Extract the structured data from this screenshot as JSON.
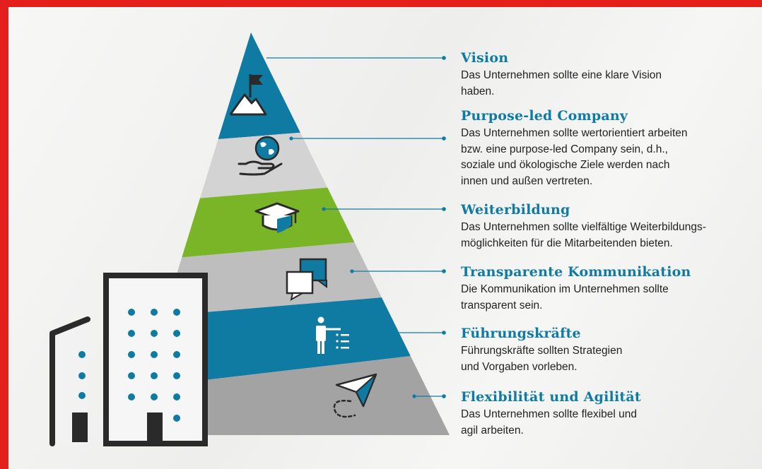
{
  "colors": {
    "frame": "#e3201b",
    "blue": "#0f7ba3",
    "green": "#7ab527",
    "gray_light": "#d4d4d4",
    "gray_mid": "#bdbdbd",
    "gray_dark": "#9d9d9d",
    "icon_dark": "#2a2a2a"
  },
  "levels": [
    {
      "title": "Vision",
      "icon": "flag-mountain-icon",
      "description": "Das Unternehmen sollte eine klare Vision haben."
    },
    {
      "title": "Purpose-led Company",
      "icon": "globe-hand-icon",
      "description": "Das Unternehmen sollte wertorientiert arbeiten bzw. eine purpose-led Company sein, d.h., soziale und ökologische Ziele werden nach innen und außen vertreten."
    },
    {
      "title": "Weiterbildung",
      "icon": "graduation-cap-icon",
      "description": "Das Unternehmen sollte vielfältige Weiterbildungs-möglichkeiten für die Mitarbeitenden bieten."
    },
    {
      "title": "Transparente Kommunikation",
      "icon": "speech-bubbles-icon",
      "description": "Die Kommunikation im Unternehmen sollte transparent sein."
    },
    {
      "title": "Führungskräfte",
      "icon": "presenter-icon",
      "description": "Führungskräfte sollten Strategien und Vorgaben vorleben."
    },
    {
      "title": "Flexibilität und Agilität",
      "icon": "paper-plane-icon",
      "description": "Das Unternehmen sollte flexibel und agil arbeiten."
    }
  ],
  "decoration": {
    "icon": "office-building-icon"
  }
}
